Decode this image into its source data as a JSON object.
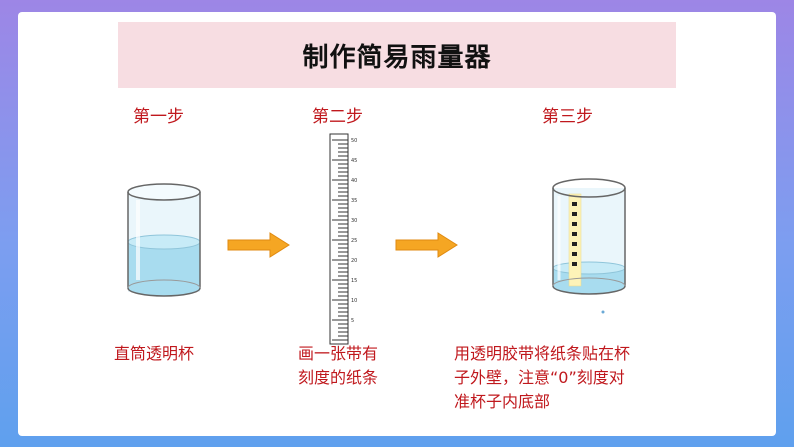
{
  "title": "制作简易雨量器",
  "steps": [
    {
      "label": "第一步",
      "caption_lines": [
        "直筒透明杯"
      ]
    },
    {
      "label": "第二步",
      "caption_lines": [
        "画一张带有",
        "刻度的纸条"
      ]
    },
    {
      "label": "第三步",
      "caption_lines": [
        "用透明胶带将纸条贴在杯",
        "子外壁，注意“0”刻度对",
        "准杯子内底部"
      ]
    }
  ],
  "ruler": {
    "tick_labels": [
      "50",
      "45",
      "40",
      "35",
      "30",
      "25",
      "20",
      "15",
      "10",
      "5"
    ]
  },
  "colors": {
    "accent_red": "#c0181d",
    "arrow": "#f5a623",
    "title_bg": "#f7dde2",
    "water": "#a8dcef"
  }
}
